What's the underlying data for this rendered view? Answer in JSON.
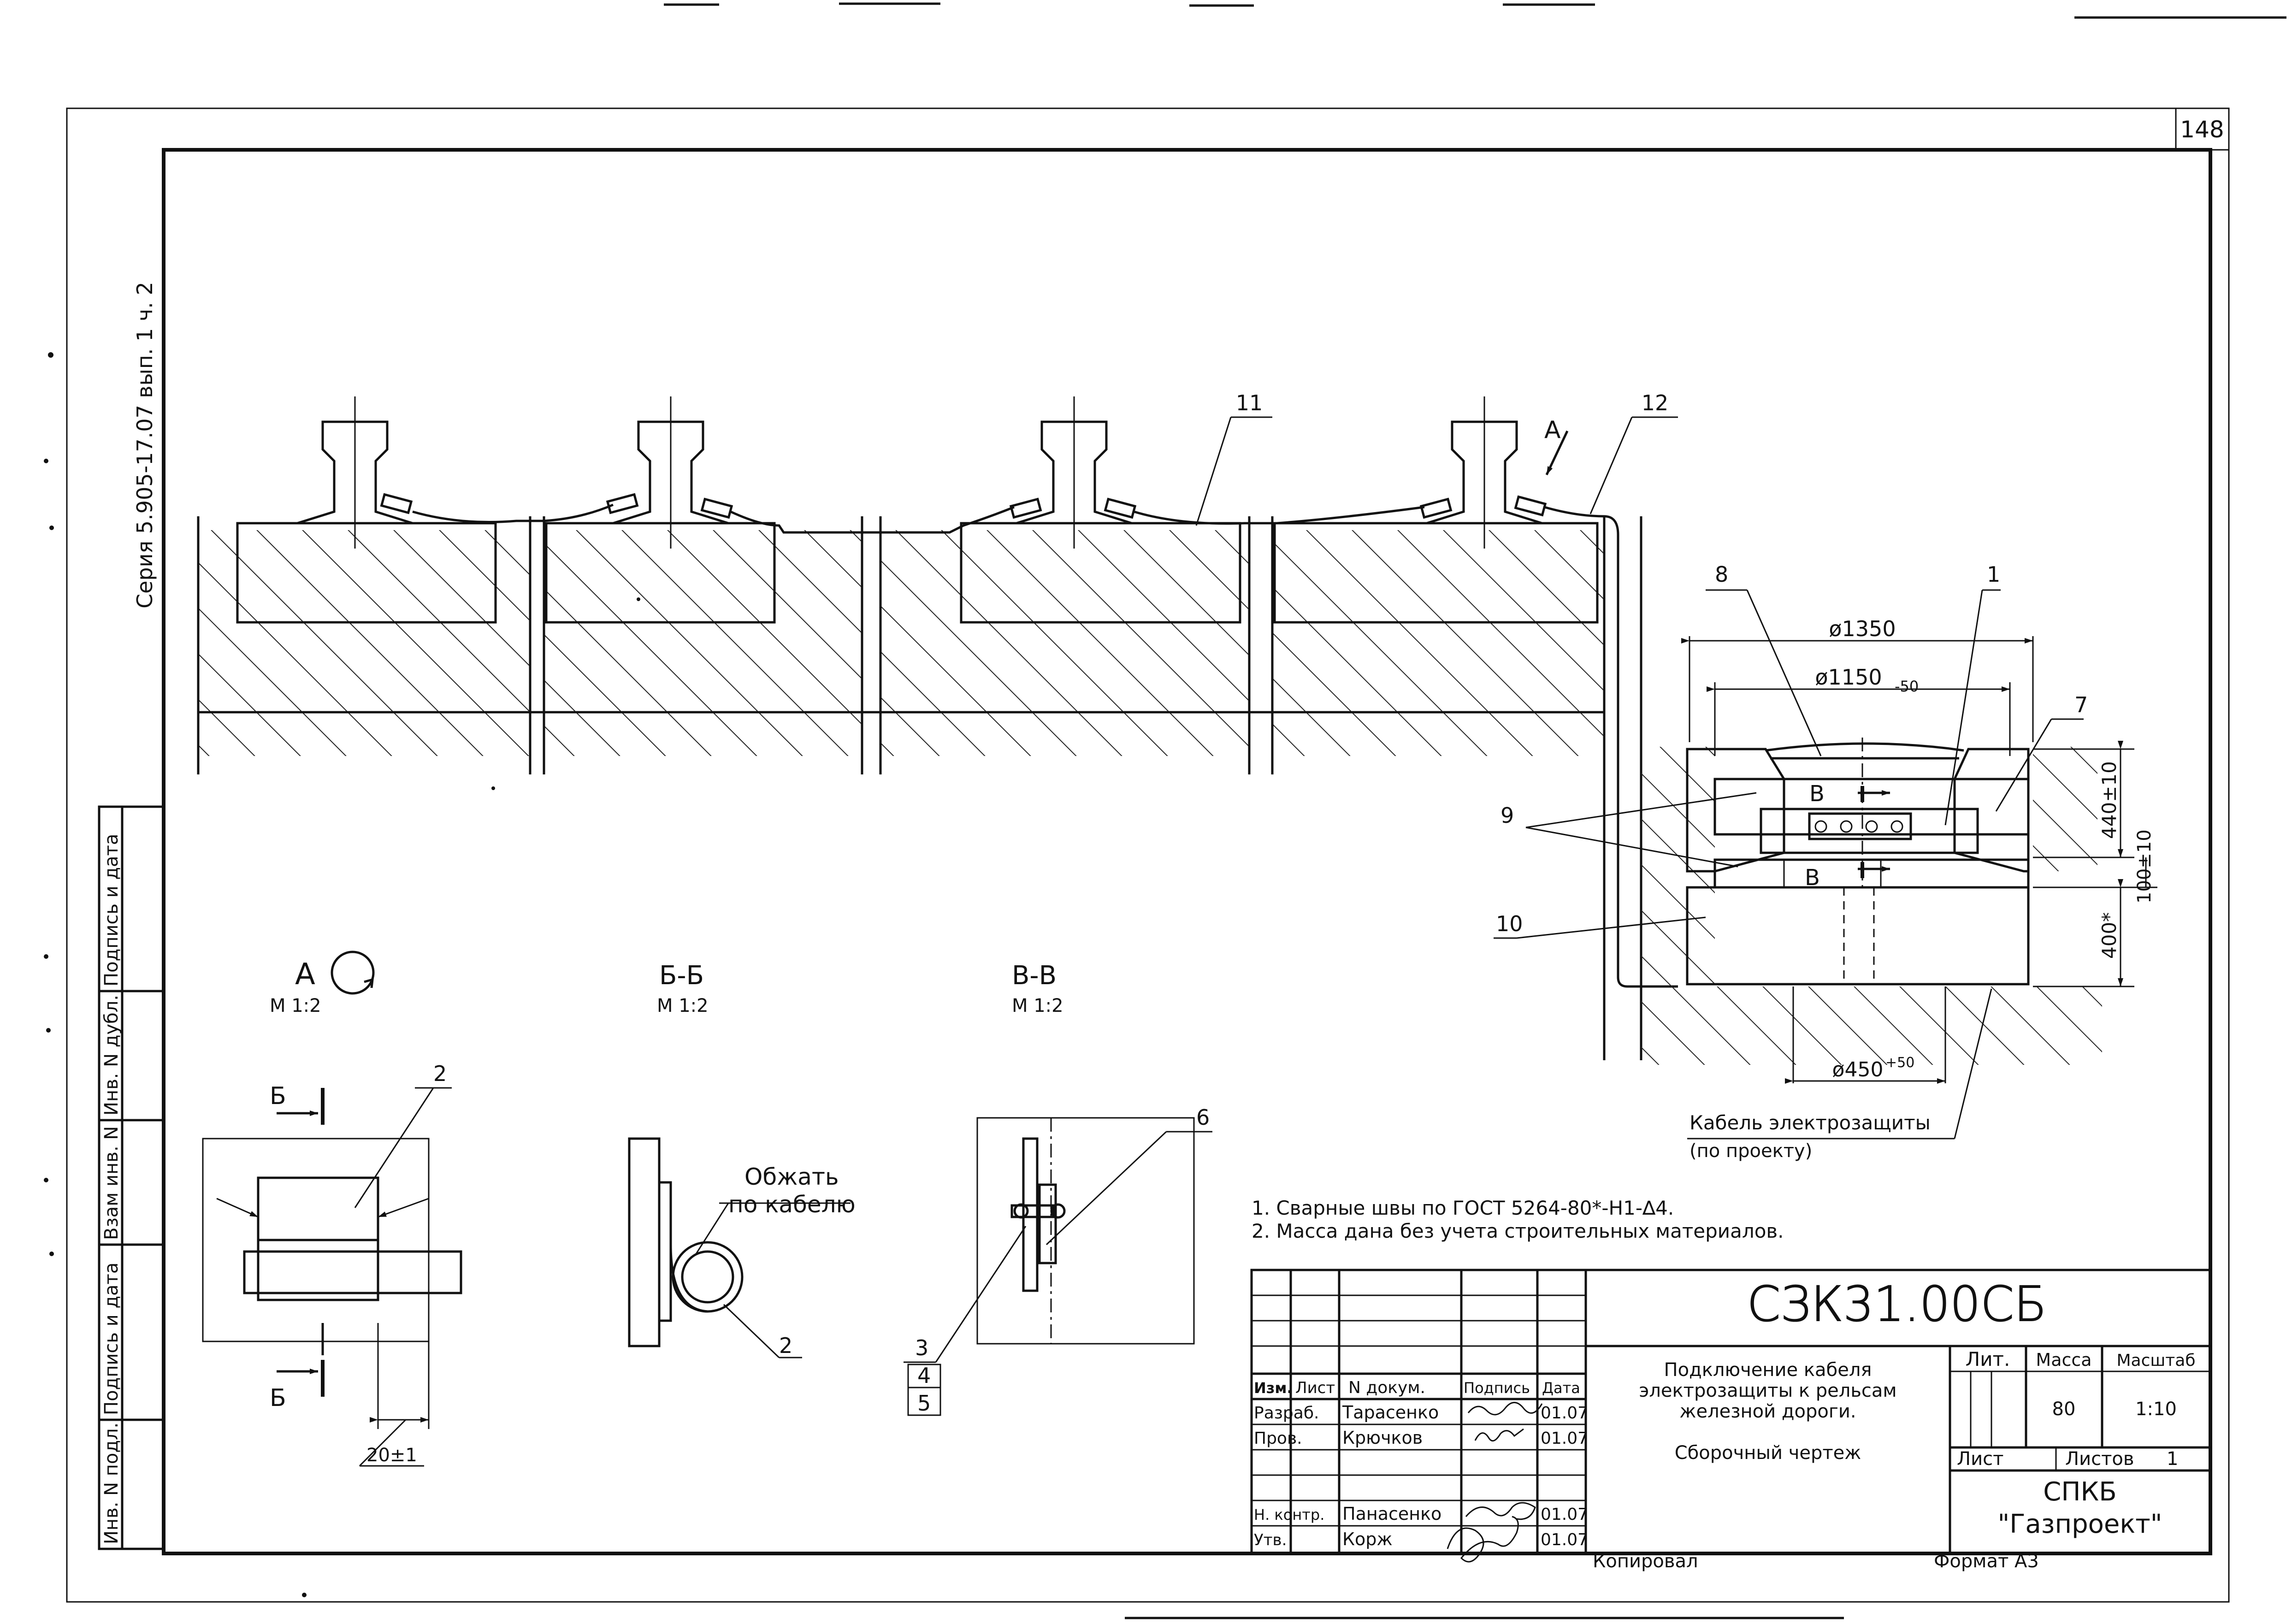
{
  "sheet_number": "148",
  "series_label": "Серия 5.905-17.07 вып. 1 ч. 2",
  "side_stamp": {
    "cells": [
      "Подпись и дата",
      "Инв. N дубл.",
      "Взам инв. N",
      "Подпись и дата",
      "Инв. N подл."
    ]
  },
  "callouts": {
    "c1": "1",
    "c2": "2",
    "c3": "3",
    "c4": "4",
    "c5": "5",
    "c6": "6",
    "c7": "7",
    "c8": "8",
    "c9": "9",
    "c10": "10",
    "c11": "11",
    "c12": "12",
    "view_arrow_a": "А",
    "b_section_mark": "Б",
    "v_section_mark": "В"
  },
  "section_view": {
    "dim_outer": "ø1350",
    "dim_inner": "ø1150",
    "dim_inner_tol": "-50",
    "dim_bottom": "ø450",
    "dim_bottom_tol": "+50",
    "dim_h1": "440±10",
    "dim_h2": "100±10",
    "dim_h3": "400*",
    "cable_label": "Кабель электрозащиты",
    "cable_note": "(по проекту)"
  },
  "detail_views": {
    "a_title": "А",
    "a_scale": "М 1:2",
    "bb_title": "Б-Б",
    "bb_scale": "М 1:2",
    "vv_title": "В-В",
    "vv_scale": "М 1:2",
    "a_dim": "20±1",
    "crimp_line1": "Обжать",
    "crimp_line2": "по кабелю"
  },
  "notes": [
    "1. Сварные швы по ГОСТ 5264-80*-Н1-∆4.",
    "2. Масса дана без учета строительных материалов."
  ],
  "title_block": {
    "doc_code": "СЗК31.00СБ",
    "title_lines": [
      "Подключение кабеля",
      "электрозащиты к рельсам",
      "железной дороги."
    ],
    "doc_type": "Сборочный чертеж",
    "headers": {
      "izm": "Изм.",
      "list": "Лист",
      "ndoc": "N докум.",
      "sign": "Подпись",
      "date": "Дата"
    },
    "rows": [
      {
        "role": "Разраб.",
        "name": "Тарасенко",
        "date": "01.07"
      },
      {
        "role": "Пров.",
        "name": "Крючков",
        "date": "01.07"
      },
      {
        "role": "Н. контр.",
        "name": "Панасенко",
        "date": "01.07"
      },
      {
        "role": "Утв.",
        "name": "Корж",
        "date": "01.07"
      }
    ],
    "lit_label": "Лит.",
    "mass_label": "Масса",
    "scale_label": "Масштаб",
    "mass_value": "80",
    "scale_value": "1:10",
    "sheet_label": "Лист",
    "sheets_label": "Листов",
    "sheets_value": "1",
    "org_line1": "СПКБ",
    "org_line2": "\"Газпроект\""
  },
  "footer": {
    "copied": "Копировал",
    "format": "Формат А3"
  }
}
